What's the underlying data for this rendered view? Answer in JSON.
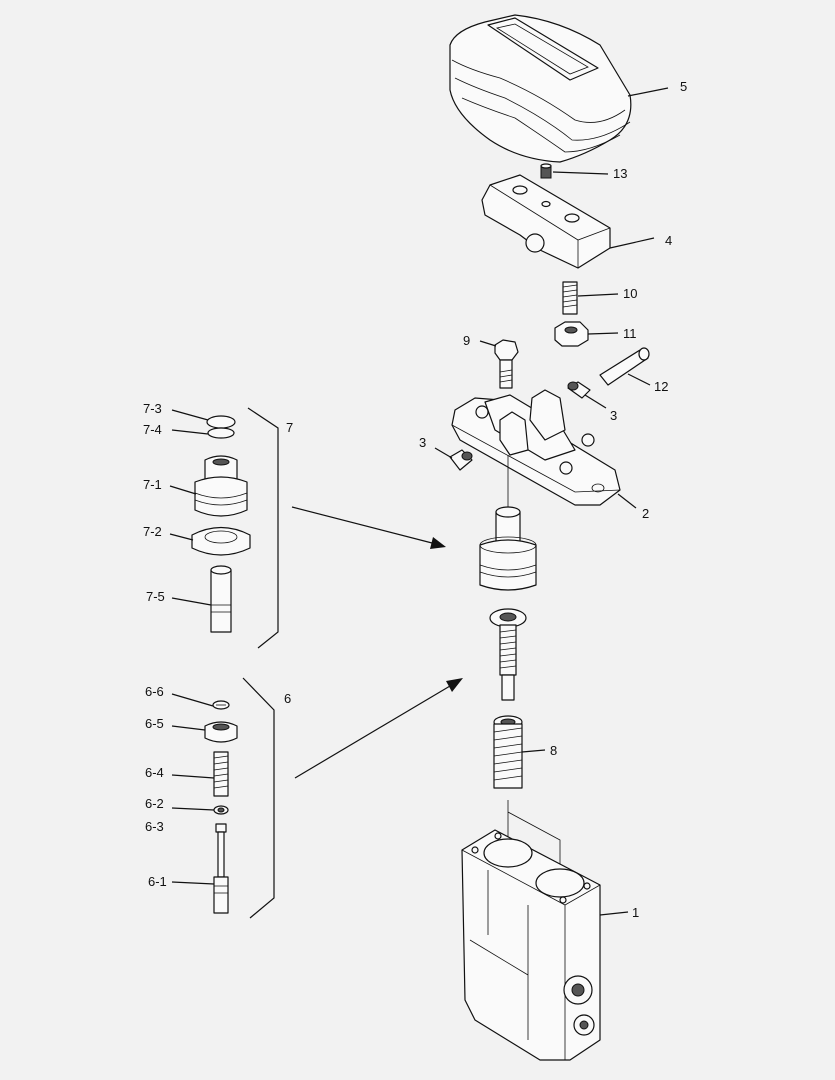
{
  "labels": {
    "p1": "1",
    "p2": "2",
    "p3a": "3",
    "p3b": "3",
    "p4": "4",
    "p5": "5",
    "p6": "6",
    "p7": "7",
    "p8": "8",
    "p9": "9",
    "p10": "10",
    "p11": "11",
    "p12": "12",
    "p13": "13",
    "p61": "6-1",
    "p62": "6-2",
    "p63": "6-3",
    "p64": "6-4",
    "p65": "6-5",
    "p66": "6-6",
    "p71": "7-1",
    "p72": "7-2",
    "p73": "7-3",
    "p74": "7-4",
    "p75": "7-5"
  }
}
